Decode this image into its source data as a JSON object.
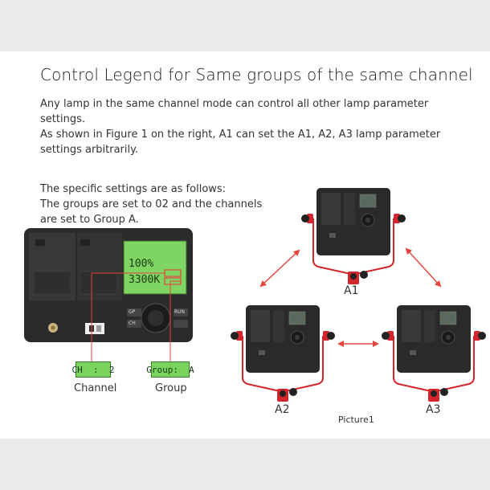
{
  "title": "Control Legend for Same groups of the same channel",
  "description": [
    "Any lamp in the same channel mode can control all other lamp parameter settings.",
    "As shown in Figure 1 on the right, A1 can set the A1, A2, A3 lamp parameter",
    "settings arbitrarily."
  ],
  "specific": [
    "The specific settings are as follows:",
    "The groups are set to 02 and the channels",
    "are set to Group A."
  ],
  "panel": {
    "lcd_top": "100",
    "lcd_percent": "%",
    "lcd_kelvin": "3300",
    "lcd_k": "K",
    "button_gp": "GP",
    "button_ch": "CH",
    "button_run": "RUN"
  },
  "channel_box": {
    "text": "CH  :  2",
    "label": "Channel"
  },
  "group_box": {
    "text": "Group:  A",
    "label": "Group"
  },
  "lamps": {
    "a1": "A1",
    "a2": "A2",
    "a3": "A3"
  },
  "caption": "Picture1",
  "colors": {
    "arrow": "#e0463c",
    "lcd": "#79d45e",
    "bracket": "#d3262c",
    "lamp_body": "#2a2a2a"
  }
}
